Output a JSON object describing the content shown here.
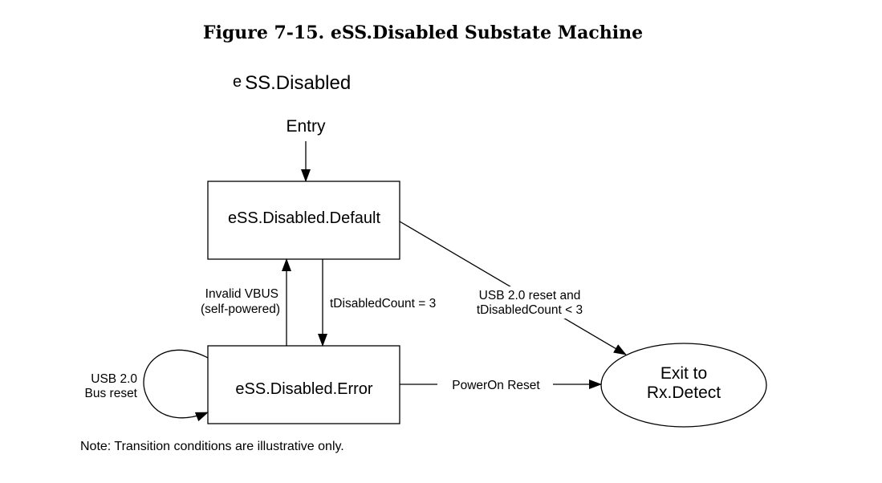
{
  "figure": {
    "caption": "Figure 7-15.  eSS.Disabled Substate Machine",
    "superstate_title_prefix": "e",
    "superstate_title_rest": "SS.Disabled",
    "entry_label": "Entry",
    "note": "Note: Transition conditions are illustrative only."
  },
  "states": {
    "default": {
      "label": "eSS.Disabled.Default"
    },
    "error": {
      "label": "eSS.Disabled.Error"
    },
    "exit": {
      "line1": "Exit to",
      "line2": "Rx.Detect"
    }
  },
  "transitions": {
    "error_to_default": {
      "line1": "Invalid VBUS",
      "line2": "(self-powered)"
    },
    "default_to_error": {
      "label": "tDisabledCount = 3"
    },
    "default_to_exit": {
      "line1": "USB 2.0 reset and",
      "line2": "tDisabledCount < 3"
    },
    "error_to_exit": {
      "label": "PowerOn Reset"
    },
    "error_self_loop": {
      "line1": "USB 2.0",
      "line2": "Bus reset"
    }
  }
}
